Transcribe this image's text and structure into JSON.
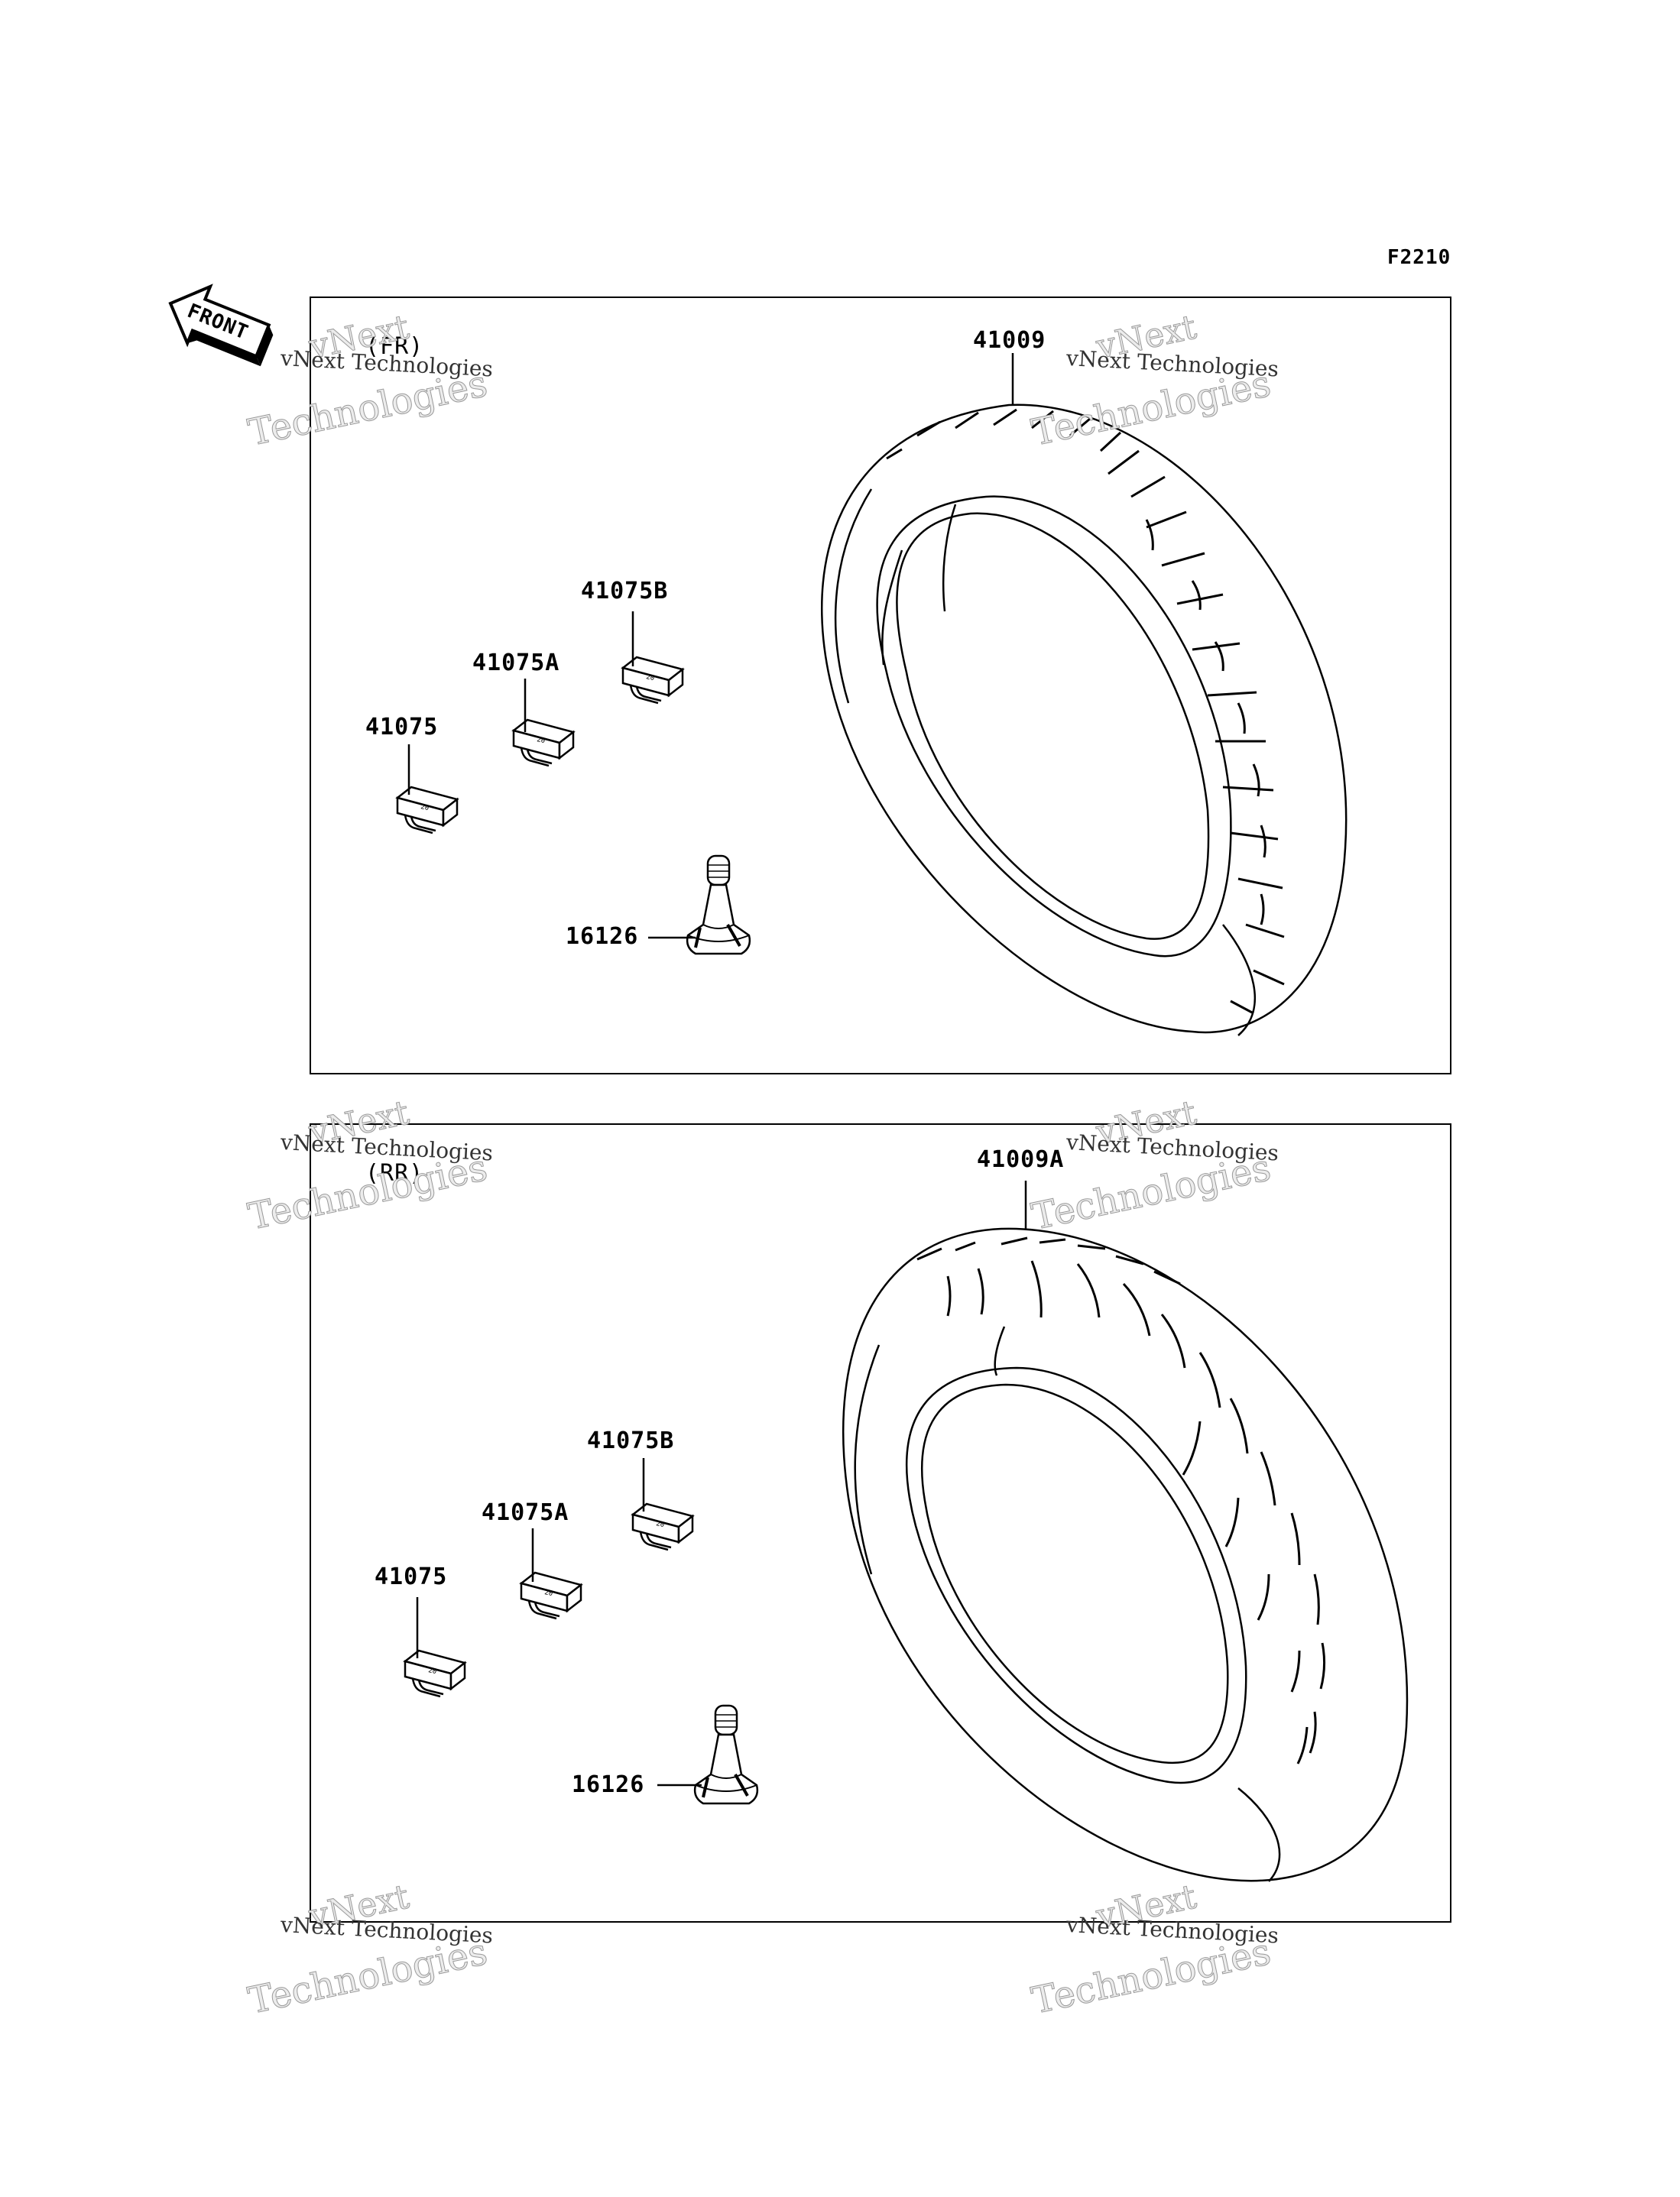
{
  "figure_code": "F2210",
  "front_badge": "FRONT",
  "sections": {
    "front": {
      "label": "(FR)",
      "parts": {
        "tire": "41009",
        "weight_b": "41075B",
        "weight_a": "41075A",
        "weight": "41075",
        "valve": "16126"
      }
    },
    "rear": {
      "label": "(RR)",
      "parts": {
        "tire": "41009A",
        "weight_b": "41075B",
        "weight_a": "41075A",
        "weight": "41075",
        "valve": "16126"
      }
    }
  },
  "watermark": {
    "line1": "vNext",
    "line2": "Technologies",
    "caption": "vNext Technologies"
  },
  "colors": {
    "line": "#000000",
    "watermark": "#b8b8b8",
    "background": "#ffffff"
  }
}
